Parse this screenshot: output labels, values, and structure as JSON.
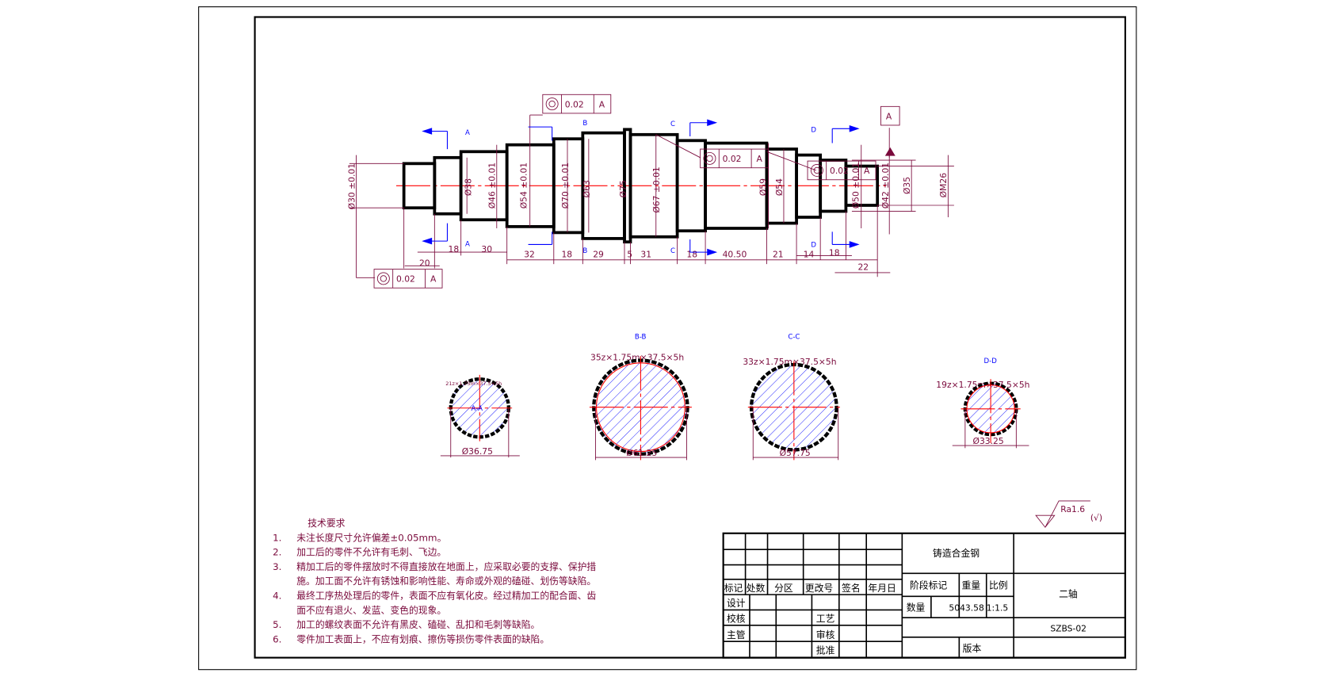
{
  "dims": {
    "d30": "Ø30 ±0.01",
    "d38": "Ø38",
    "d46": "Ø46 ±0.01",
    "d54a": "Ø54 ±0.01",
    "d70": "Ø70 ±0.01",
    "d63": "Ø63",
    "d75": "Ø75",
    "d67": "Ø67 ±0.01",
    "d59": "Ø59",
    "d54b": "Ø54",
    "d50": "Ø50 ±0.01",
    "d42": "Ø42 ±0.01",
    "d35": "Ø35",
    "dM26": "ØM26",
    "l18a": "18",
    "l30": "30",
    "l20": "20",
    "l32": "32",
    "l18b": "18",
    "l29": "29",
    "l5": "5",
    "l31": "31",
    "l18c": "18",
    "l4050": "40.50",
    "l21": "21",
    "l14": "14",
    "l18d": "18",
    "l22": "22"
  },
  "gdt": [
    {
      "symbol": "concentricity",
      "tolerance": "0.02",
      "datum": "A"
    },
    {
      "symbol": "concentricity",
      "tolerance": "0.02",
      "datum": "A"
    },
    {
      "symbol": "concentricity",
      "tolerance": "0.02",
      "datum": "A"
    },
    {
      "symbol": "concentricity",
      "tolerance": "0.02",
      "datum": "A"
    }
  ],
  "datum_label": "A",
  "section_marks": {
    "A": "A",
    "B": "B",
    "C": "C",
    "D": "D"
  },
  "sections": [
    {
      "title": "A-A",
      "spec": "21z×1.75m×37.5×5h",
      "dia": "Ø36.75"
    },
    {
      "title": "B-B",
      "spec": "35z×1.75m×37.5×5h",
      "dia": "Ø61.25"
    },
    {
      "title": "C-C",
      "spec": "33z×1.75m×37.5×5h",
      "dia": "Ø57.75"
    },
    {
      "title": "D-D",
      "spec": "19z×1.75m×37.5×5h",
      "dia": "Ø33.25"
    }
  ],
  "roughness": {
    "value": "Ra1.6",
    "other": "(√)"
  },
  "tech": {
    "title": "技术要求",
    "items": [
      {
        "n": "1.",
        "lines": [
          "未注长度尺寸允许偏差±0.05mm。"
        ]
      },
      {
        "n": "2.",
        "lines": [
          "加工后的零件不允许有毛刺、飞边。"
        ]
      },
      {
        "n": "3.",
        "lines": [
          "精加工后的零件摆放时不得直接放在地面上，应采取必要的支撑、保护措",
          "施。加工面不允许有锈蚀和影响性能、寿命或外观的磕碰、划伤等缺陷。"
        ]
      },
      {
        "n": "4.",
        "lines": [
          "最终工序热处理后的零件，表面不应有氧化皮。经过精加工的配合面、齿",
          "面不应有退火、发蓝、变色的现象。"
        ]
      },
      {
        "n": "5.",
        "lines": [
          "加工的螺纹表面不允许有黑皮、磕碰、乱扣和毛刺等缺陷。"
        ]
      },
      {
        "n": "6.",
        "lines": [
          "零件加工表面上，不应有划痕、擦伤等损伤零件表面的缺陷。"
        ]
      }
    ]
  },
  "title_block": {
    "material": "铸造合金钢",
    "headers": [
      "标记",
      "处数",
      "分区",
      "更改号",
      "签名",
      "年月日"
    ],
    "roles": [
      "设计",
      "校核",
      "主管",
      "批准"
    ],
    "process": "工艺",
    "review": "审核",
    "stage": "阶段标记",
    "weight": "重量",
    "scale": "比例",
    "qty": "数量",
    "weight_value": "5043.58",
    "scale_value": "1:1.5",
    "part_name": "二轴",
    "drawing_no": "SZBS-02",
    "version": "版本"
  }
}
